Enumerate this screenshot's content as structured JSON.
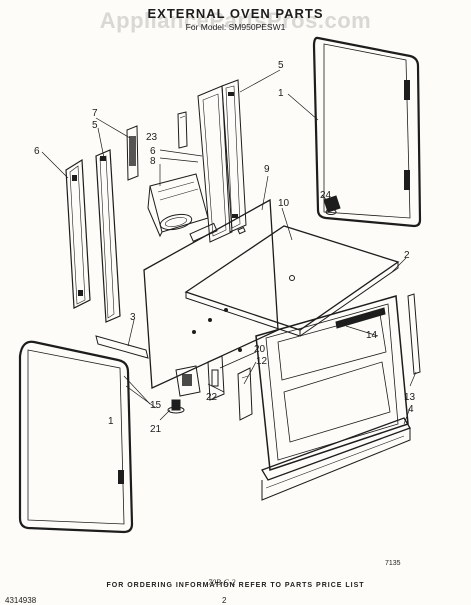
{
  "watermark": "AppliancePartsPros.com",
  "title": "EXTERNAL OVEN PARTS",
  "subtitle": "For Model: SM950PESW1",
  "callouts": [
    "1",
    "2",
    "3",
    "4",
    "5",
    "6",
    "7",
    "8",
    "9",
    "10",
    "12",
    "13",
    "14",
    "15",
    "20",
    "21",
    "22",
    "23",
    "24"
  ],
  "footer": {
    "ordering_note": "FOR ORDERING INFORMATION REFER TO PARTS PRICE LIST",
    "doc_number": "4314938",
    "page_number": "2",
    "figure_code": "7135",
    "footer_code": "70B-C-2"
  }
}
